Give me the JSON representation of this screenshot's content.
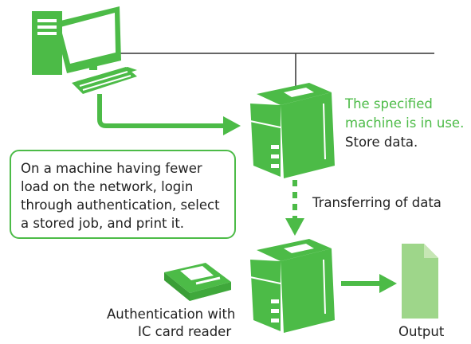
{
  "colors": {
    "accent": "#4CBB47",
    "accent_light": "#9ED68A",
    "line": "#333333",
    "text": "#222222"
  },
  "icons": [
    "computer-icon",
    "printer-icon",
    "ic-card-reader-icon",
    "document-icon"
  ],
  "labels": {
    "status_line1": "The specified",
    "status_line2": "machine is in use.",
    "status_line3": "Store data.",
    "transfer": "Transferring of data",
    "callout_line1": "On a machine having fewer",
    "callout_line2": "load on the network, login",
    "callout_line3": "through authentication, select",
    "callout_line4": "a stored job, and print it.",
    "auth_line1": "Authentication with",
    "auth_line2": "IC card reader",
    "output": "Output"
  }
}
